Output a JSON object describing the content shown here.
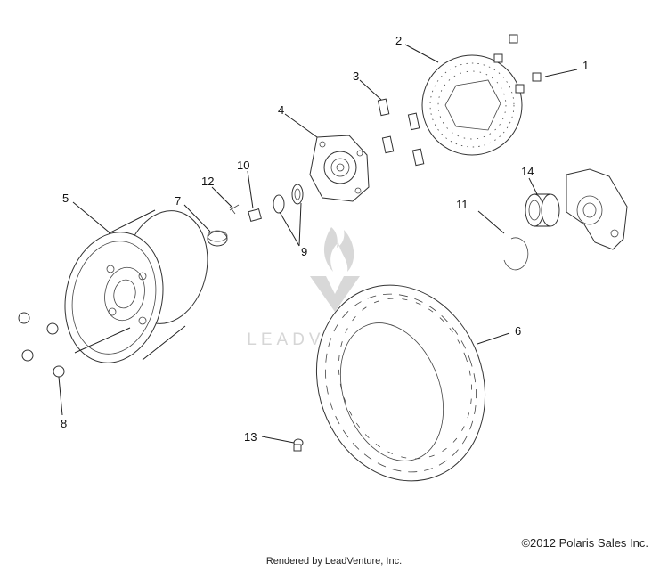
{
  "watermark": {
    "text": "LEADVENTURE"
  },
  "callouts": [
    "1",
    "2",
    "3",
    "4",
    "5",
    "6",
    "7",
    "8",
    "9",
    "10",
    "11",
    "12",
    "13",
    "14"
  ],
  "footer": {
    "copyright": "©2012 Polaris Sales Inc.",
    "credit": "Rendered by LeadVenture, Inc."
  }
}
